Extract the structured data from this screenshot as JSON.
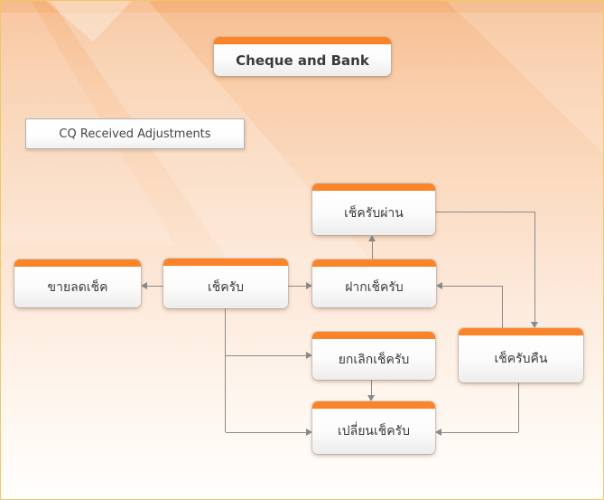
{
  "diagram": {
    "title": {
      "label": "Cheque and Bank"
    },
    "subtitle": {
      "label": "CQ Received Adjustments"
    },
    "nodes": [
      {
        "id": "cheque-received-pass",
        "label": "เช็ครับผ่าน"
      },
      {
        "id": "sell-discounted-cheque",
        "label": "ขายลดเช็ค"
      },
      {
        "id": "cheque-received",
        "label": "เช็ครับ"
      },
      {
        "id": "deposit-cheque-received",
        "label": "ฝากเช็ครับ"
      },
      {
        "id": "cancel-cheque-received",
        "label": "ยกเลิกเช็ครับ"
      },
      {
        "id": "cheque-received-returned",
        "label": "เช็ครับคืน"
      },
      {
        "id": "change-cheque-received",
        "label": "เปลี่ยนเช็ครับ"
      }
    ],
    "edges": [
      {
        "from": "cheque-received",
        "to": "sell-discounted-cheque"
      },
      {
        "from": "cheque-received",
        "to": "deposit-cheque-received"
      },
      {
        "from": "deposit-cheque-received",
        "to": "cheque-received-pass"
      },
      {
        "from": "cheque-received-pass",
        "to": "cheque-received-returned"
      },
      {
        "from": "cheque-received-returned",
        "to": "deposit-cheque-received"
      },
      {
        "from": "cheque-received",
        "to": "cancel-cheque-received"
      },
      {
        "from": "cheque-received",
        "to": "change-cheque-received"
      },
      {
        "from": "cancel-cheque-received",
        "to": "change-cheque-received"
      },
      {
        "from": "cheque-received-returned",
        "to": "change-cheque-received"
      }
    ],
    "colors": {
      "accent_orange": "#FB8428",
      "connector_gray": "#8A8A8A",
      "border_gold": "#EFC963",
      "text": "#3B3B3B"
    }
  }
}
